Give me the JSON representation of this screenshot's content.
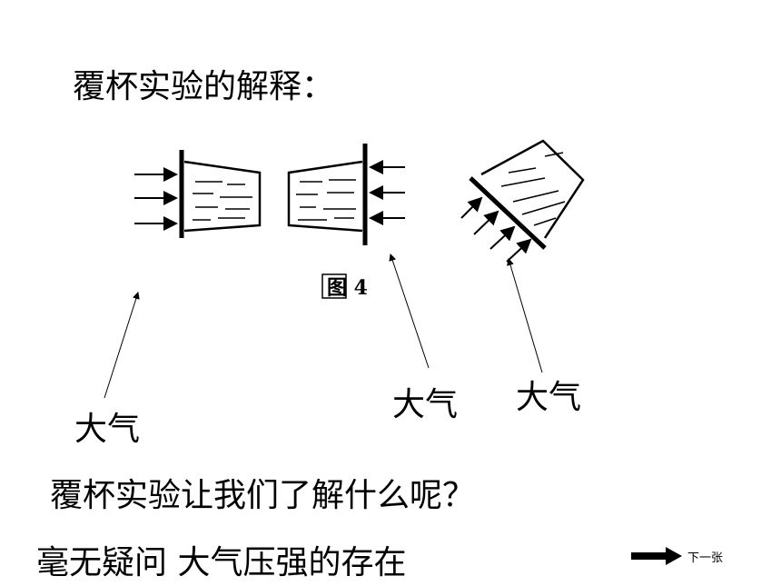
{
  "slide": {
    "title": "覆杯实验的解释：",
    "figure_caption": "图 4",
    "air_labels": [
      "大气",
      "大气",
      "大气"
    ],
    "question": "覆杯实验让我们了解什么呢？",
    "answer": "毫无疑问  大气压强的存在",
    "next_label": "下一张"
  }
}
